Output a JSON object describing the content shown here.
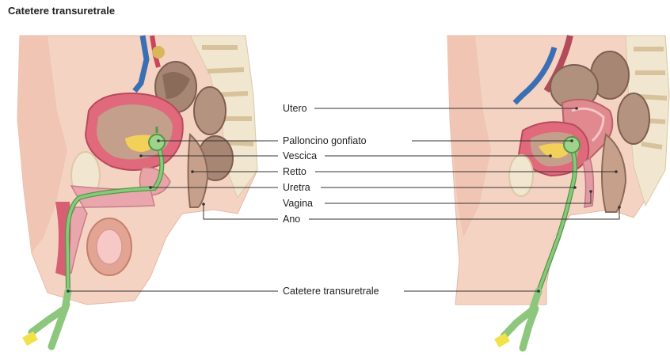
{
  "title": "Catetere transuretrale",
  "labels": {
    "utero": "Utero",
    "palloncino": "Palloncino gonfiato",
    "vescica": "Vescica",
    "retto": "Retto",
    "uretra": "Uretra",
    "vagina": "Vagina",
    "ano": "Ano",
    "catetere": "Catetere transuretrale"
  },
  "colors": {
    "skin": "#f5d3c3",
    "skin_dark": "#e9b3a0",
    "bladder": "#e06a7c",
    "intestine": "#a78673",
    "catheter": "#8cc77d",
    "catheter_dark": "#4f9a45",
    "connector": "#f2e24a",
    "bone": "#f1e6cf",
    "vein": "#3b6fb3",
    "line": "#333333"
  }
}
